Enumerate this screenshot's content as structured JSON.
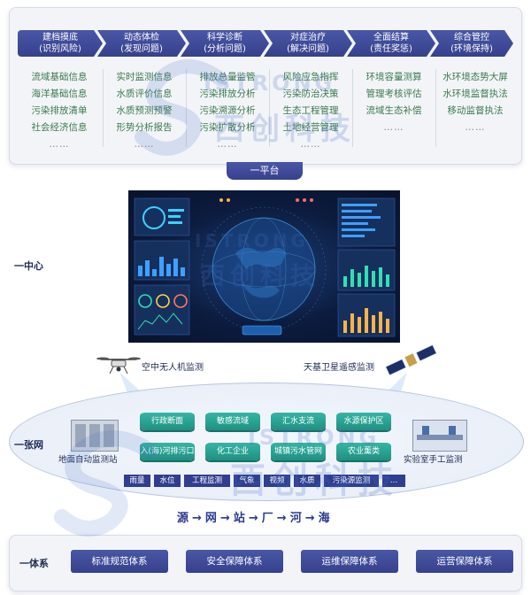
{
  "platform": {
    "title": "一平台",
    "columns": [
      {
        "header": [
          "建档摸底",
          "(识别风险)"
        ],
        "items": [
          "流域基础信息",
          "海洋基础信息",
          "污染排放清单",
          "社会经济信息",
          "……"
        ]
      },
      {
        "header": [
          "动态体检",
          "(发现问题)"
        ],
        "items": [
          "实时监测信息",
          "水质评价信息",
          "水质预测预警",
          "形势分析报告",
          "……"
        ]
      },
      {
        "header": [
          "科学诊断",
          "(分析问题)"
        ],
        "items": [
          "排放总量监管",
          "污染排放分析",
          "污染溯源分析",
          "污染扩散分析",
          "……"
        ]
      },
      {
        "header": [
          "对症治疗",
          "(解决问题)"
        ],
        "items": [
          "风险应急指挥",
          "污染防治决策",
          "生态工程管理",
          "土地经营管理",
          "……"
        ]
      },
      {
        "header": [
          "全面结算",
          "(责任奖惩)"
        ],
        "items": [
          "环境容量测算",
          "管理考核评估",
          "流域生态补偿",
          "……"
        ]
      },
      {
        "header": [
          "综合管控",
          "(环境保持)"
        ],
        "items": [
          "水环境态势大屏",
          "水环境监督执法",
          "移动监督执法",
          "……"
        ]
      }
    ]
  },
  "center": {
    "label": "一中心"
  },
  "network": {
    "label": "一张网",
    "drone_label": "空中无人机监测",
    "satellite_label": "天基卫星遥感监测",
    "ground_station_label": "地面自动监测站",
    "lab_label": "实验室手工监测",
    "layers_row1": [
      "行政断面",
      "敏感流域",
      "汇水支流",
      "水源保护区"
    ],
    "layers_row2": [
      "入(海)河排污口",
      "化工企业",
      "城镇污水管网",
      "农业薰类"
    ],
    "tags": [
      "雨量",
      "水位",
      "工程监测",
      "气象",
      "视频",
      "水质",
      "污染源监测",
      "…"
    ]
  },
  "flow": [
    "源",
    "网",
    "站",
    "厂",
    "河",
    "海"
  ],
  "system": {
    "label": "一体系",
    "items": [
      "标准规范体系",
      "安全保障体系",
      "运维保障体系",
      "运营保障体系"
    ]
  },
  "watermark": {
    "latin": "ISTRONG",
    "cn": "西创科技"
  },
  "colors": {
    "primary": "#35418c",
    "teal": "#2aa596",
    "green_text": "#3a7a4e"
  }
}
